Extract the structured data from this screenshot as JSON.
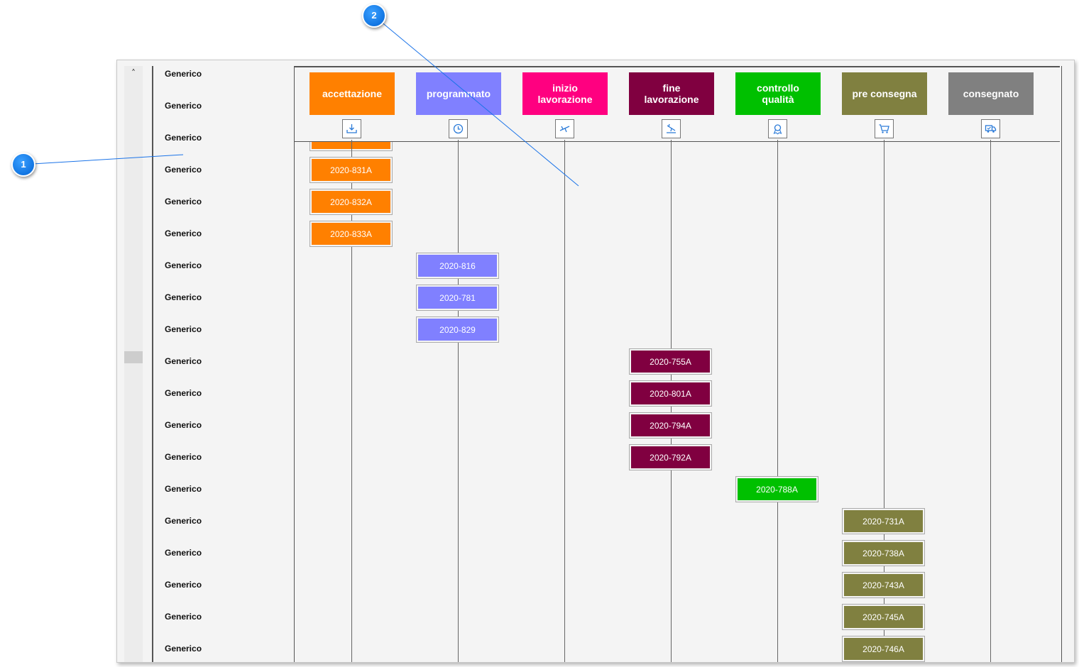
{
  "row_labels": [
    "Generico",
    "Generico",
    "Generico",
    "Generico",
    "Generico",
    "Generico",
    "Generico",
    "Generico",
    "Generico",
    "Generico",
    "Generico",
    "Generico",
    "Generico",
    "Generico",
    "Generico",
    "Generico",
    "Generico",
    "Generico",
    "Generico"
  ],
  "scrollbar": {
    "up_glyph": "˄"
  },
  "columns": [
    {
      "label": "accettazione",
      "color": "#ff8000",
      "icon": "inbox-download-icon"
    },
    {
      "label": "programmato",
      "color": "#8080ff",
      "icon": "clock-icon"
    },
    {
      "label": "inizio\nlavorazione",
      "color": "#ff0080",
      "icon": "airplane-takeoff-icon"
    },
    {
      "label": "fine\nlavorazione",
      "color": "#800040",
      "icon": "airplane-landing-icon"
    },
    {
      "label": "controllo\nqualità",
      "color": "#00c000",
      "icon": "quality-badge-icon"
    },
    {
      "label": "pre consegna",
      "color": "#808040",
      "icon": "shopping-cart-icon"
    },
    {
      "label": "consegnato",
      "color": "#808080",
      "icon": "delivery-truck-icon"
    }
  ],
  "cards": [
    {
      "id": "2020-831A",
      "column": 0,
      "row": 3
    },
    {
      "id": "2020-832A",
      "column": 0,
      "row": 4
    },
    {
      "id": "2020-833A",
      "column": 0,
      "row": 5
    },
    {
      "id": "2020-816",
      "column": 1,
      "row": 6
    },
    {
      "id": "2020-781",
      "column": 1,
      "row": 7
    },
    {
      "id": "2020-829",
      "column": 1,
      "row": 8
    },
    {
      "id": "2020-755A",
      "column": 3,
      "row": 9
    },
    {
      "id": "2020-801A",
      "column": 3,
      "row": 10
    },
    {
      "id": "2020-794A",
      "column": 3,
      "row": 11
    },
    {
      "id": "2020-792A",
      "column": 3,
      "row": 12
    },
    {
      "id": "2020-788A",
      "column": 4,
      "row": 13
    },
    {
      "id": "2020-731A",
      "column": 5,
      "row": 14
    },
    {
      "id": "2020-738A",
      "column": 5,
      "row": 15
    },
    {
      "id": "2020-743A",
      "column": 5,
      "row": 16
    },
    {
      "id": "2020-745A",
      "column": 5,
      "row": 17
    },
    {
      "id": "2020-746A",
      "column": 5,
      "row": 18
    }
  ],
  "callouts": [
    {
      "number": "1"
    },
    {
      "number": "2"
    }
  ]
}
